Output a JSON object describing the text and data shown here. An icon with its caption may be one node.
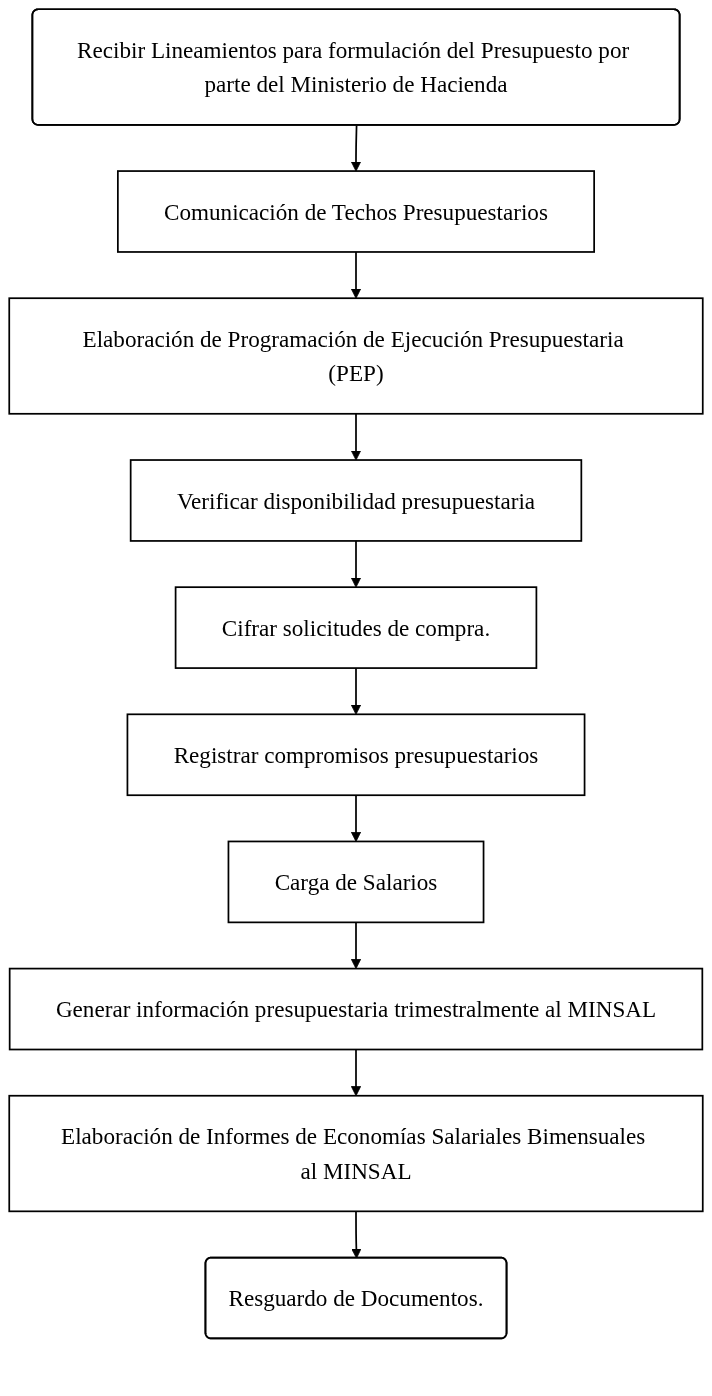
{
  "diagram": {
    "nodes": [
      {
        "text": [
          "Recibir Lineamientos para formulación del Presupuesto por parte del Ministerio de Hacienda"
        ]
      },
      {
        "text": [
          "Comunicación de Techos Presupuestarios"
        ]
      },
      {
        "text": [
          "Elaboración de Programación de Ejecución Presupuestaria (PEP)"
        ]
      },
      {
        "text": [
          "Verificar disponibilidad presupuestaria"
        ]
      },
      {
        "text": [
          "Cifrar solicitudes de compra."
        ]
      },
      {
        "text": [
          "Registrar compromisos presupuestarios"
        ]
      },
      {
        "text": [
          "Carga de Salarios"
        ]
      },
      {
        "text": [
          "Generar información presupuestaria trimestralmente al MINSAL"
        ]
      },
      {
        "text": [
          "Elaboración de Informes de Economías Salariales Bimensuales al MINSAL"
        ]
      },
      {
        "text": [
          "Resguardo de Documentos."
        ]
      }
    ],
    "edges": [
      {
        "from": 0,
        "to": 1,
        "arrow": "to"
      },
      {
        "from": 1,
        "to": 2,
        "arrow": "to"
      },
      {
        "from": 2,
        "to": 3,
        "arrow": "to"
      },
      {
        "from": 3,
        "to": 4,
        "arrow": "to"
      },
      {
        "from": 4,
        "to": 5,
        "arrow": "to"
      },
      {
        "from": 5,
        "to": 6,
        "arrow": "to"
      },
      {
        "from": 6,
        "to": 7,
        "arrow": "to"
      },
      {
        "from": 7,
        "to": 8,
        "arrow": "to"
      },
      {
        "from": 8,
        "to": 9,
        "arrow": "to"
      }
    ]
  }
}
